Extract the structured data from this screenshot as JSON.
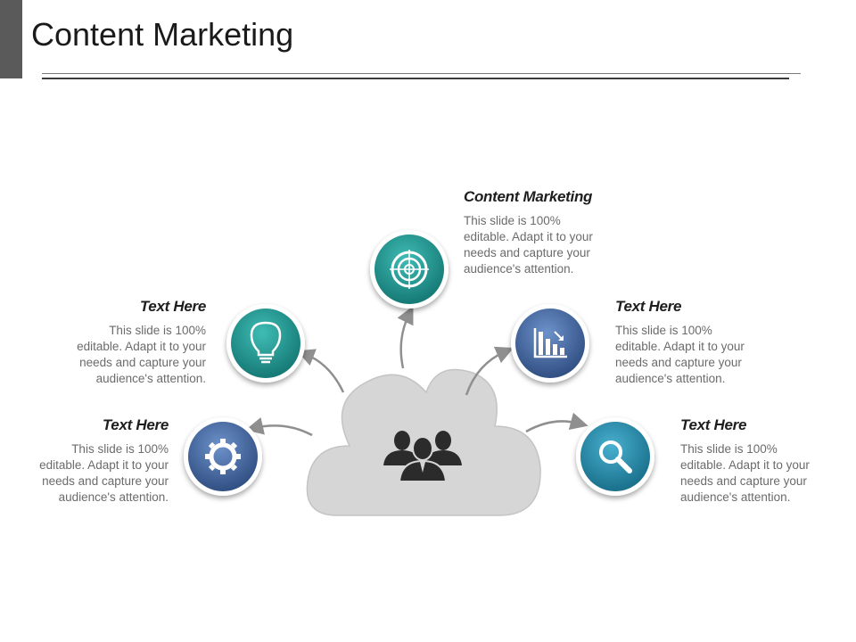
{
  "slide": {
    "title": "Content Marketing"
  },
  "blocks": [
    {
      "heading": "Content Marketing",
      "body": "This slide is 100% editable. Adapt it to your needs and capture your audience's attention."
    },
    {
      "heading": "Text Here",
      "body": "This slide is 100% editable. Adapt it to your needs and capture your audience's attention."
    },
    {
      "heading": "Text Here",
      "body": "This slide is 100% editable. Adapt it to your needs and capture your audience's attention."
    },
    {
      "heading": "Text Here",
      "body": "This slide is 100% editable. Adapt it to your needs and capture your audience's attention."
    },
    {
      "heading": "Text Here",
      "body": "This slide is 100% editable. Adapt it to your needs and capture your audience's attention."
    }
  ],
  "icons": [
    "gear-icon",
    "lightbulb-icon",
    "target-icon",
    "bar-chart-icon",
    "magnifier-icon",
    "people-icon"
  ],
  "colors": {
    "teal": "#1b8c8a",
    "teal_light": "#34b3ad",
    "blue": "#3b5d95",
    "blue_light": "#5c82bd",
    "cyan_blue": "#1e7f9d",
    "cyan_light": "#3fa5c4",
    "cloud": "#d6d6d6",
    "arrow": "#8f8f8f"
  }
}
